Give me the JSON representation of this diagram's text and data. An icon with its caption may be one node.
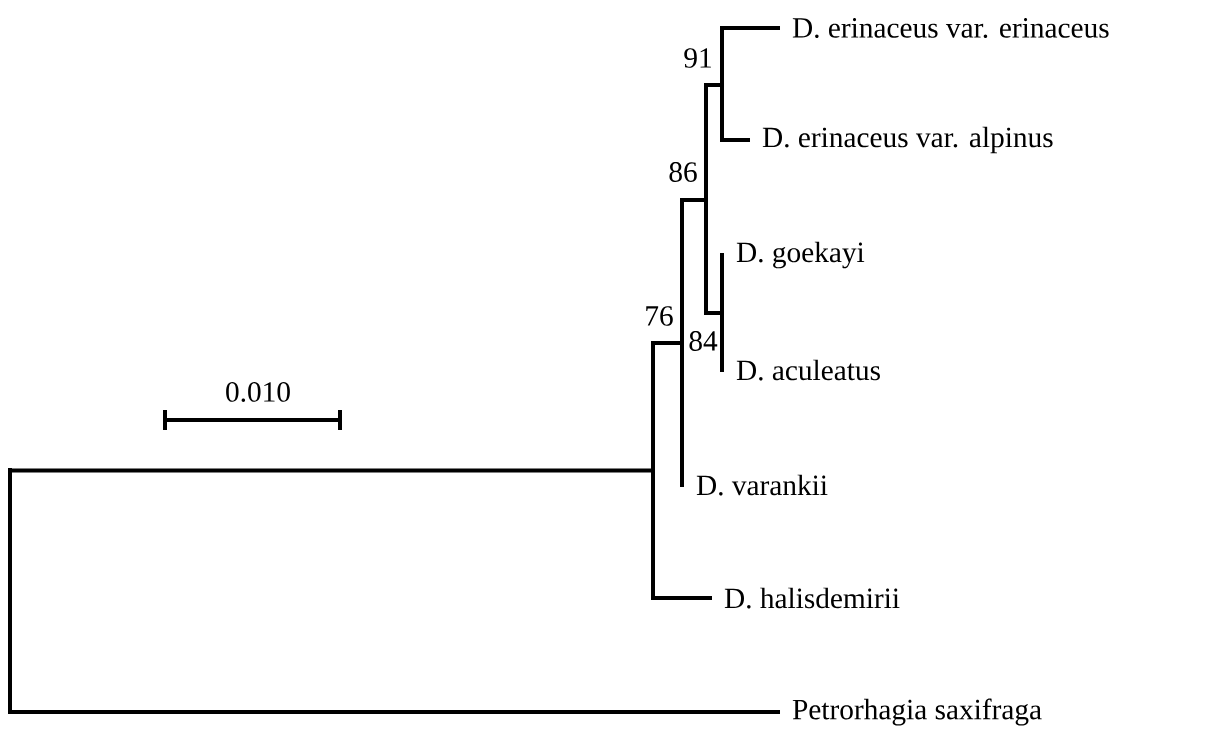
{
  "diagram": {
    "nodes": [
      {
        "text": [],
        "shape": "bar"
      },
      {
        "text": [],
        "shape": "bar"
      },
      {
        "text": [
          "76"
        ]
      },
      {
        "text": [
          "86"
        ]
      },
      {
        "text": [
          "91"
        ]
      },
      {
        "text": [
          "84"
        ]
      },
      {
        "text": [
          "D. erinaceus var. erinaceus"
        ]
      },
      {
        "text": [
          "D. erinaceus var. alpinus"
        ]
      },
      {
        "text": [
          "D. goekayi"
        ]
      },
      {
        "text": [
          "D. aculeatus"
        ]
      },
      {
        "text": [
          "D. varankii"
        ]
      },
      {
        "text": [
          "D. halisdemirii"
        ]
      },
      {
        "text": [
          "Petrorhagia saxifraga"
        ]
      }
    ],
    "edges": [
      {
        "from": 0,
        "to": 1,
        "arrow": "none"
      },
      {
        "from": 0,
        "to": 12,
        "arrow": "none"
      },
      {
        "from": 1,
        "to": 2,
        "arrow": "none"
      },
      {
        "from": 1,
        "to": 11,
        "arrow": "none"
      },
      {
        "from": 2,
        "to": 3,
        "arrow": "none"
      },
      {
        "from": 2,
        "to": 10,
        "arrow": "none"
      },
      {
        "from": 3,
        "to": 4,
        "arrow": "none"
      },
      {
        "from": 3,
        "to": 5,
        "arrow": "none"
      },
      {
        "from": 4,
        "to": 6,
        "arrow": "none"
      },
      {
        "from": 4,
        "to": 7,
        "arrow": "none"
      },
      {
        "from": 5,
        "to": 8,
        "arrow": "none"
      },
      {
        "from": 5,
        "to": 9,
        "arrow": "none"
      }
    ],
    "labels": [
      "0.010"
    ]
  }
}
